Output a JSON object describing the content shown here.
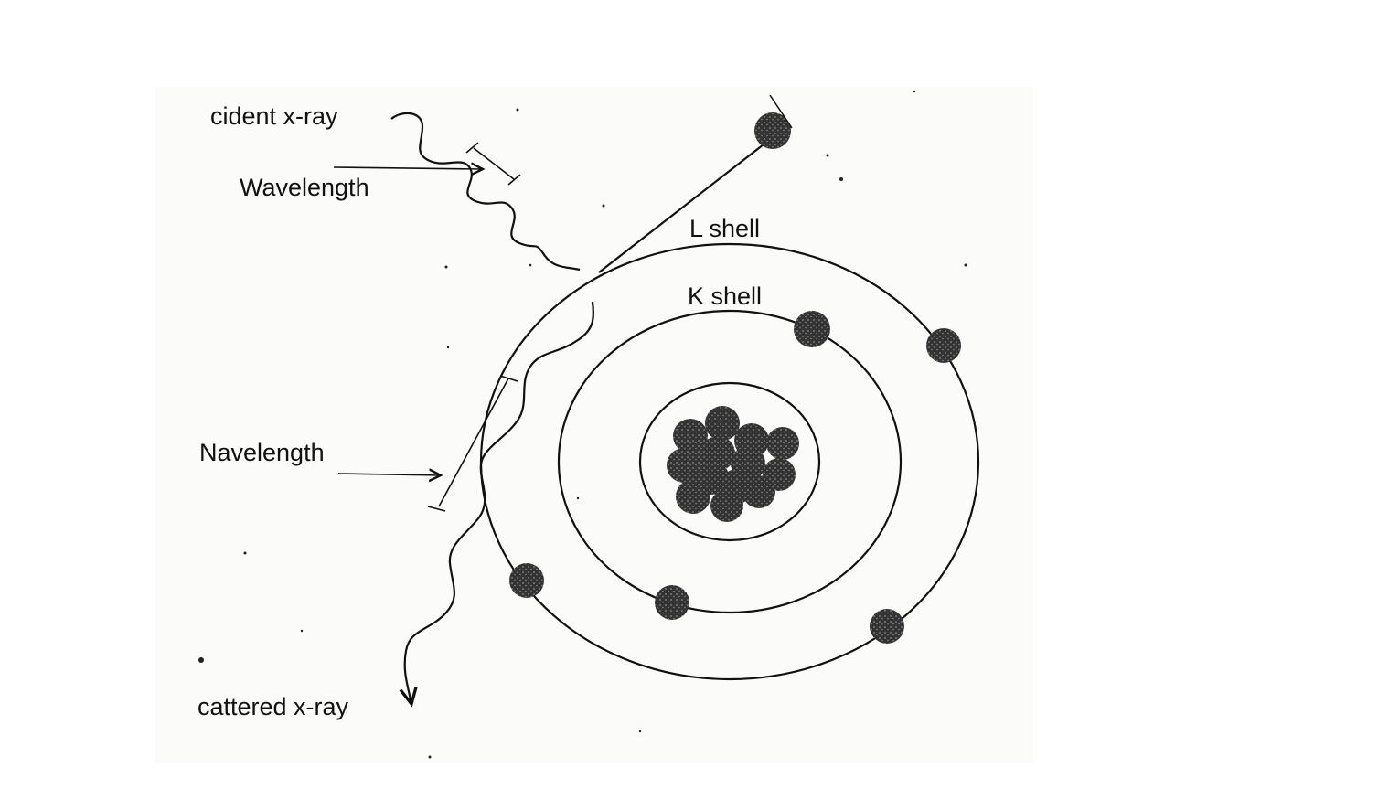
{
  "labels": {
    "incident": "cident x-ray",
    "wavelength_top": "Wavelength",
    "wavelength_bottom": "Navelength",
    "scattered": "cattered x-ray",
    "l_shell": "L shell",
    "k_shell": "K shell"
  },
  "colors": {
    "ink": "#111111",
    "electron": "#3a3a3a",
    "paper": "#fbfbfa"
  },
  "counts": {
    "nucleons": 14,
    "k_electrons": 2,
    "l_electrons": 3,
    "ejected_electrons": 1
  }
}
